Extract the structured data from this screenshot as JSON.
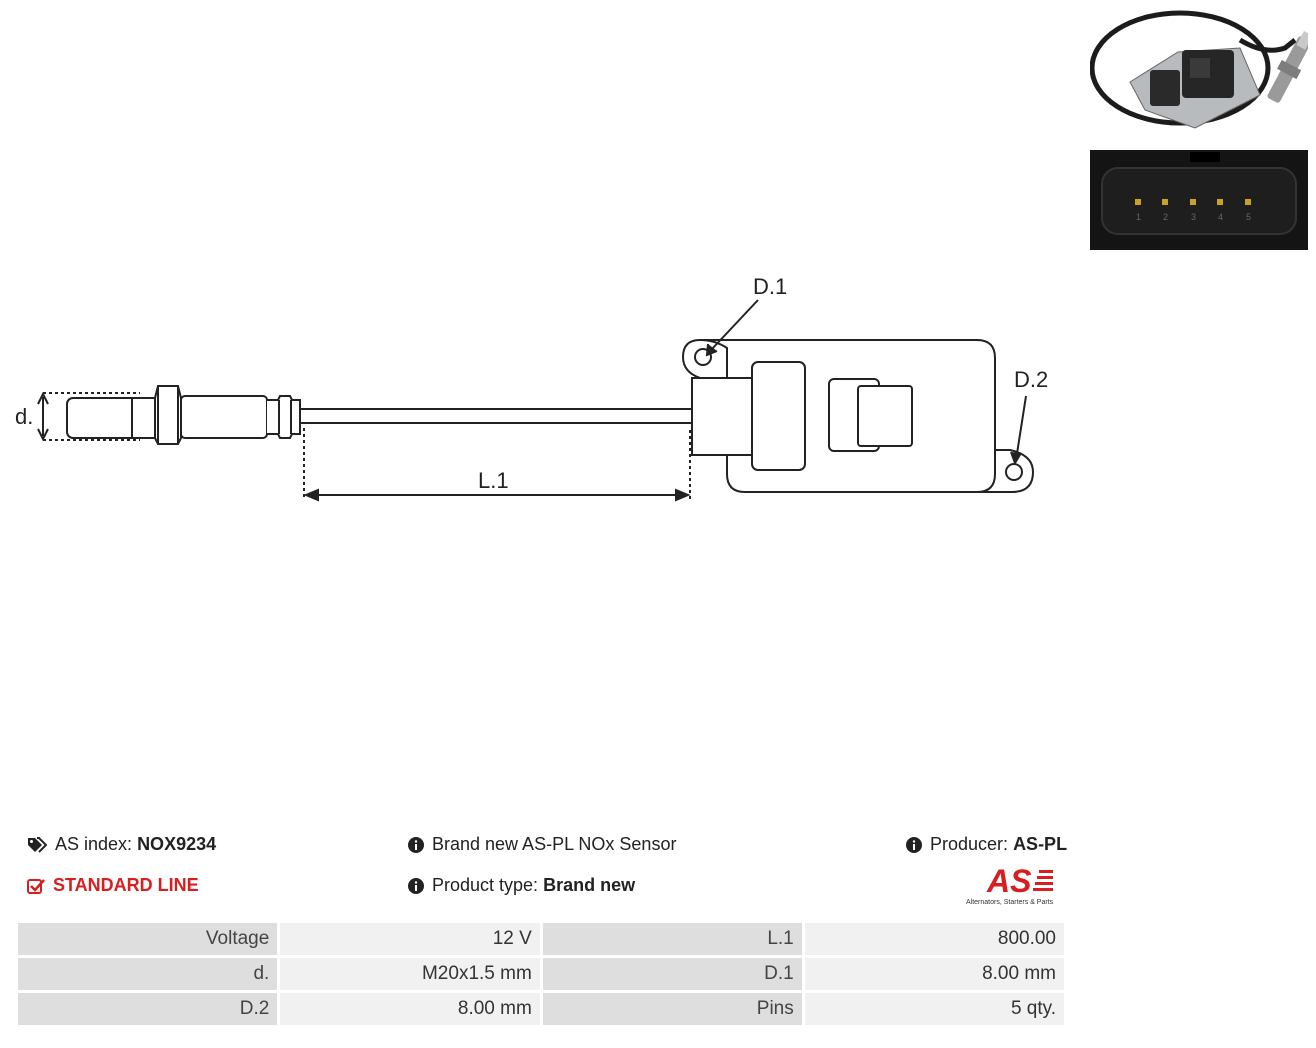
{
  "diagram": {
    "labels": {
      "d": "d.",
      "l1": "L.1",
      "d1": "D.1",
      "d2": "D.2"
    }
  },
  "photo": {
    "connector_pin_numbers": [
      "1",
      "2",
      "3",
      "4",
      "5"
    ]
  },
  "info": {
    "index_label": "AS index:",
    "index_value": "NOX9234",
    "line_label": "STANDARD LINE",
    "description": "Brand new AS-PL NOx Sensor",
    "type_label": "Product type:",
    "type_value": "Brand new",
    "producer_label": "Producer:",
    "producer_value": "AS-PL",
    "logo_text": "AS",
    "logo_tagline": "Alternators, Starters & Parts"
  },
  "specs": [
    [
      "Voltage",
      "12 V",
      "L.1",
      "800.00"
    ],
    [
      "d.",
      "M20x1.5 mm",
      "D.1",
      "8.00 mm"
    ],
    [
      "D.2",
      "8.00 mm",
      "Pins",
      "5 qty."
    ]
  ],
  "colors": {
    "accent_red": "#d81e1e",
    "label_cell": "#dedede",
    "value_cell": "#f1f1f1"
  }
}
